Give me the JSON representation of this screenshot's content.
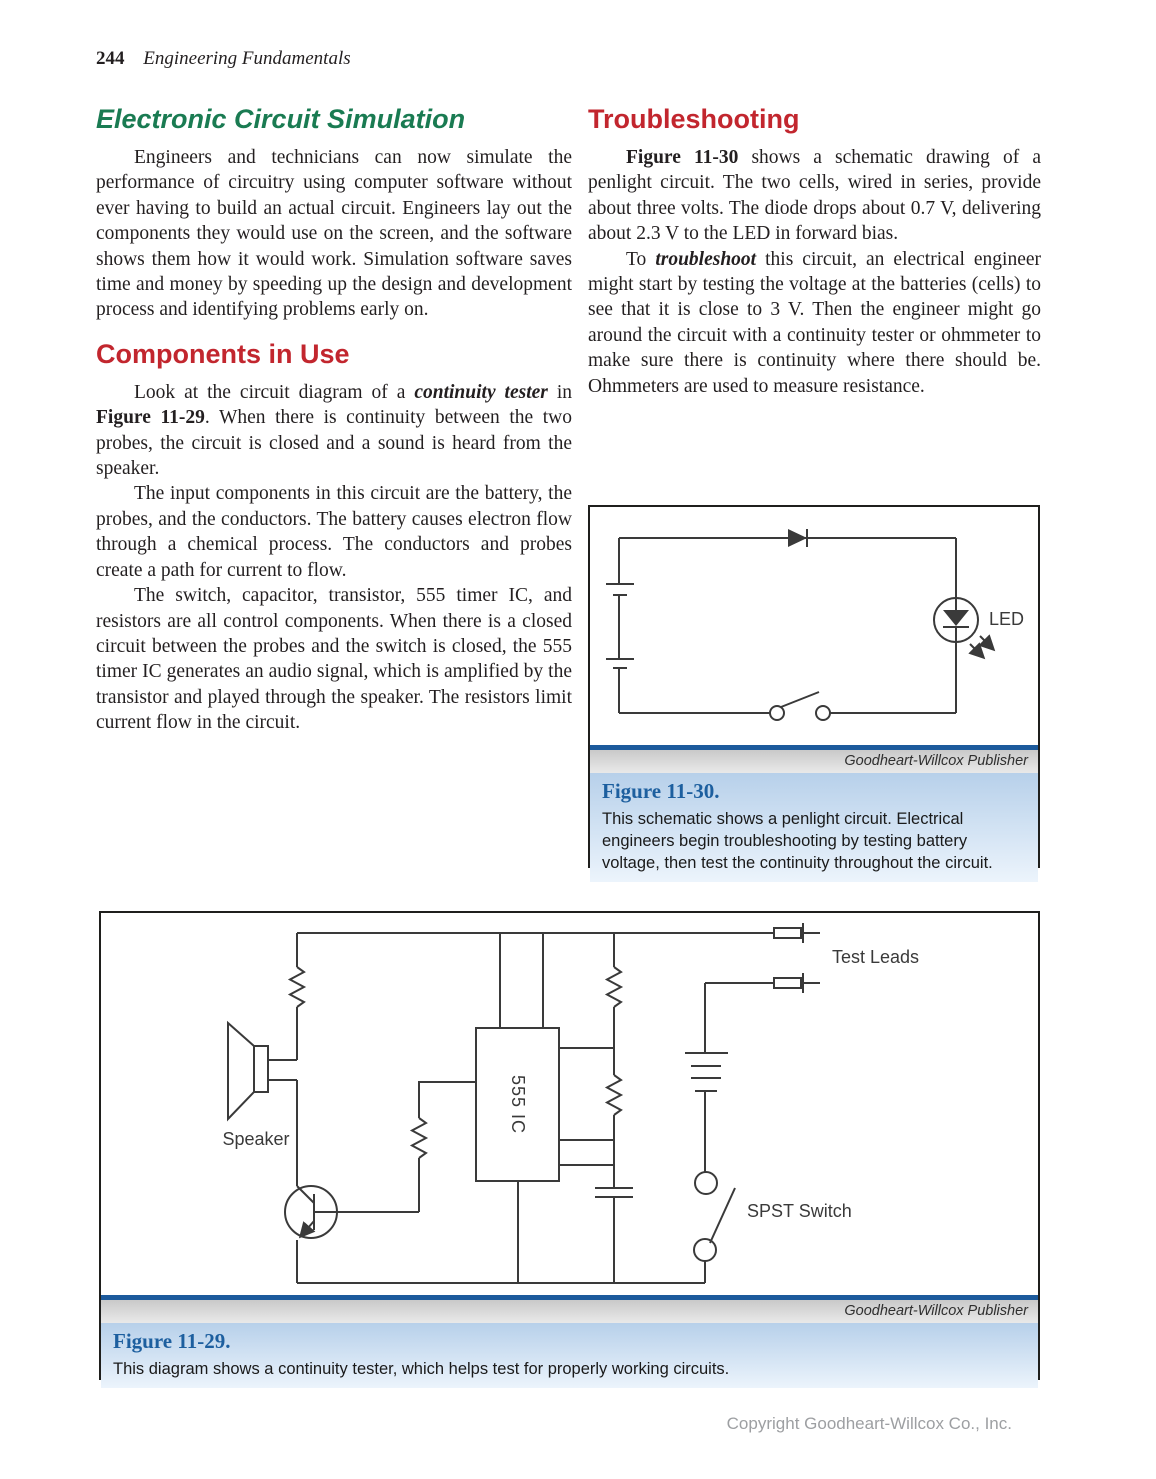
{
  "header": {
    "page_number": "244",
    "book_title": "Engineering Fundamentals"
  },
  "left_column": {
    "section1": {
      "title": "Electronic Circuit Simulation",
      "paragraphs": [
        [
          {
            "t": "Engineers and technicians can now simulate the performance of circuitry using computer software without ever having to build an actual circuit. Engineers lay out the components they would use on the screen, and the software shows them how it would work. Simulation software saves time and money by speeding up the design and development process and identifying problems early on."
          }
        ]
      ]
    },
    "section2": {
      "title": "Components in Use",
      "paragraphs": [
        [
          {
            "t": "Look at the circuit diagram of a "
          },
          {
            "t": "continuity tester",
            "s": "bi"
          },
          {
            "t": " in "
          },
          {
            "t": "Figure 11-29",
            "s": "b"
          },
          {
            "t": ". When there is continuity between the two probes, the circuit is closed and a sound is heard from the speaker."
          }
        ],
        [
          {
            "t": "The input components in this circuit are the battery, the probes, and the conductors. The battery causes electron flow through a chemical process. The conductors and probes create a path for current to flow."
          }
        ],
        [
          {
            "t": "The switch, capacitor, transistor, 555 timer IC, and resistors are all control components. When there is a closed circuit between the probes and the switch is closed, the 555 timer IC generates an audio signal, which is amplified by the transistor and played through the speaker. The resistors limit current flow in the circuit."
          }
        ]
      ]
    }
  },
  "right_column": {
    "section1": {
      "title": "Troubleshooting",
      "paragraphs": [
        [
          {
            "t": "Figure 11-30",
            "s": "b"
          },
          {
            "t": " shows a schematic drawing of a penlight circuit. The two cells, wired in series, provide about three volts. The diode drops about 0.7 V, delivering about 2.3 V to the LED in forward bias."
          }
        ],
        [
          {
            "t": "To "
          },
          {
            "t": "troubleshoot",
            "s": "bi"
          },
          {
            "t": " this circuit, an electrical engineer might start by testing the voltage at the batteries (cells) to see that it is close to 3 V. Then the engineer might go around the circuit with a continuity tester or ohmmeter to make sure there is continuity where there should be. Ohmmeters are used to measure resistance."
          }
        ]
      ]
    }
  },
  "figure_30": {
    "label": "Figure 11-30.",
    "caption": "This schematic shows a penlight circuit. Electrical engineers begin troubleshooting by testing battery voltage, then test the continuity throughout the circuit.",
    "credit": "Goodheart-Willcox Publisher",
    "labels": {
      "led": "LED"
    }
  },
  "figure_29": {
    "label": "Figure 11-29.",
    "caption": "This diagram shows a continuity tester, which helps test for properly working circuits.",
    "credit": "Goodheart-Willcox Publisher",
    "labels": {
      "speaker": "Speaker",
      "ic": "555 IC",
      "test_leads": "Test Leads",
      "spst_switch": "SPST Switch"
    }
  },
  "footer": {
    "copyright": "Copyright Goodheart-Willcox Co., Inc."
  },
  "colors": {
    "heading-green": "#1a7b52",
    "heading-red": "#c2262e",
    "figure-label-blue": "#1d5f9f",
    "figure-bar-blue": "#1c5a9c",
    "caption-bg-top": "#b7d0ea",
    "caption-bg-bottom": "#ecf4fc",
    "schematic-stroke": "#3a3a3a",
    "body-text": "#231f20",
    "footer-gray": "#9d9fa2",
    "figure-border": "#1f1f1d"
  }
}
